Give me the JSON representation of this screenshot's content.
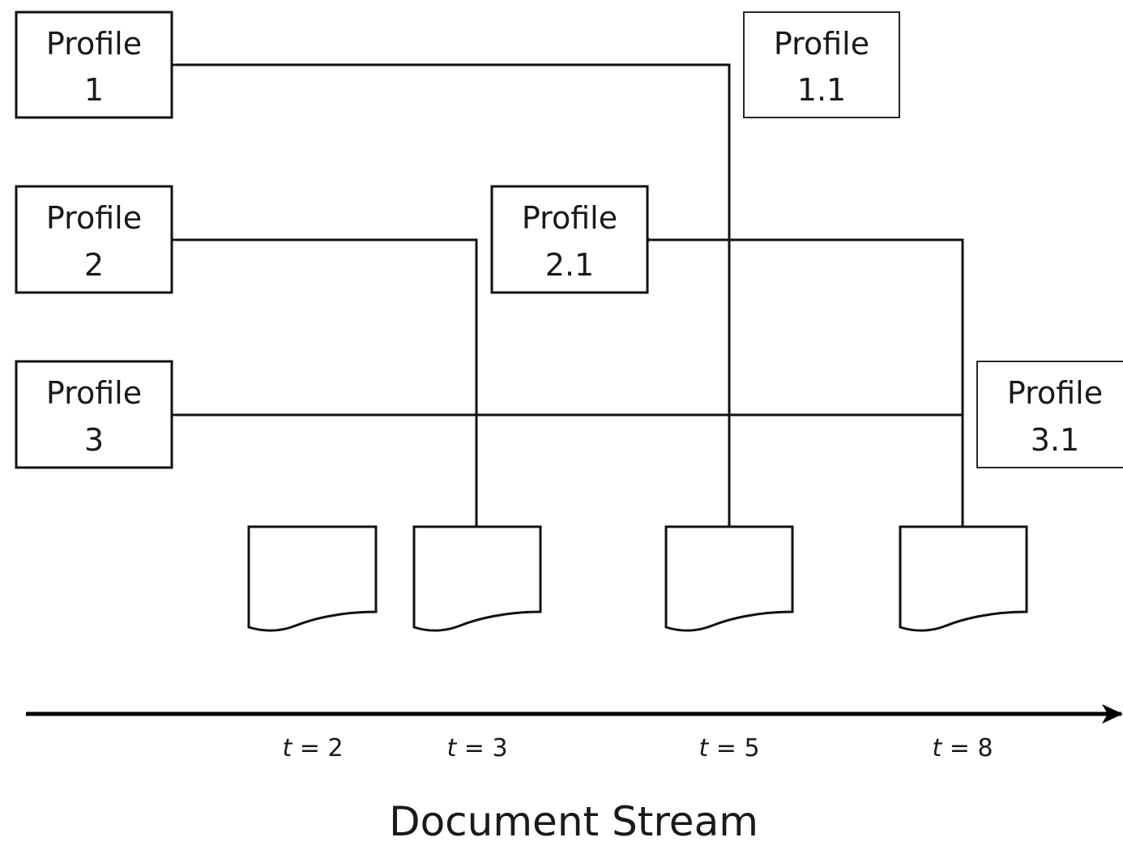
{
  "profiles": {
    "p1": {
      "line1": "Profile",
      "line2": "1"
    },
    "p2": {
      "line1": "Profile",
      "line2": "2"
    },
    "p3": {
      "line1": "Profile",
      "line2": "3"
    },
    "p11": {
      "line1": "Profile",
      "line2": "1.1"
    },
    "p21": {
      "line1": "Profile",
      "line2": "2.1"
    },
    "p31": {
      "line1": "Profile",
      "line2": "3.1"
    }
  },
  "time_labels": {
    "t2": {
      "var": "t",
      "rest": " = 2"
    },
    "t3": {
      "var": "t",
      "rest": " = 3"
    },
    "t5": {
      "var": "t",
      "rest": " = 5"
    },
    "t8": {
      "var": "t",
      "rest": " = 8"
    }
  },
  "axis_title": "Document Stream"
}
